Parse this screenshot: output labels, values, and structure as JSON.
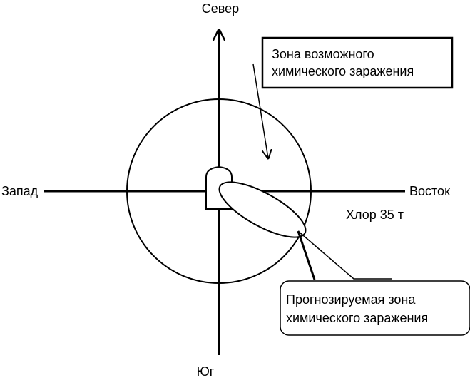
{
  "directions": {
    "north": "Север",
    "south": "Юг",
    "west": "Запад",
    "east": "Восток"
  },
  "source": {
    "label": "Хлор 35 т"
  },
  "callouts": {
    "possible_zone": {
      "line1": "Зона возможного",
      "line2": "химического заражения"
    },
    "forecast_zone": {
      "line1": "Прогнозируемая зона",
      "line2": "химического заражения"
    }
  },
  "colors": {
    "stroke": "#000000",
    "background": "#ffffff"
  }
}
